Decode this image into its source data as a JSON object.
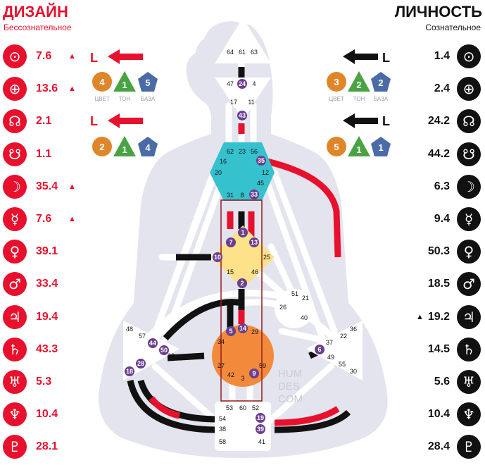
{
  "design": {
    "title": "ДИЗАЙН",
    "subtitle": "Бессознательное",
    "planets": [
      {
        "icon": "sun-icon",
        "glyph": "⊙",
        "value": "7.6",
        "arrow": "▲"
      },
      {
        "icon": "earth-icon",
        "glyph": "⊕",
        "value": "13.6",
        "arrow": "▲"
      },
      {
        "icon": "north-node-icon",
        "glyph": "☊",
        "value": "2.1",
        "arrow": ""
      },
      {
        "icon": "south-node-icon",
        "glyph": "☋",
        "value": "1.1",
        "arrow": ""
      },
      {
        "icon": "moon-icon",
        "glyph": "☽",
        "value": "35.4",
        "arrow": "▲"
      },
      {
        "icon": "mercury-icon",
        "glyph": "☿",
        "value": "7.6",
        "arrow": "▲"
      },
      {
        "icon": "venus-icon",
        "glyph": "♀",
        "value": "39.1",
        "arrow": ""
      },
      {
        "icon": "mars-icon",
        "glyph": "♂",
        "value": "33.4",
        "arrow": ""
      },
      {
        "icon": "jupiter-icon",
        "glyph": "♃",
        "value": "19.4",
        "arrow": ""
      },
      {
        "icon": "saturn-icon",
        "glyph": "♄",
        "value": "43.3",
        "arrow": ""
      },
      {
        "icon": "uranus-icon",
        "glyph": "♅",
        "value": "5.3",
        "arrow": ""
      },
      {
        "icon": "neptune-icon",
        "glyph": "♆",
        "value": "10.4",
        "arrow": ""
      },
      {
        "icon": "pluto-icon",
        "glyph": "♇",
        "value": "28.1",
        "arrow": ""
      }
    ],
    "variables": [
      {
        "arrow_label": "L",
        "color": "4",
        "tone": "1",
        "base": "5",
        "labels": [
          "ЦВЕТ",
          "ТОН",
          "БАЗА"
        ]
      },
      {
        "arrow_label": "L",
        "color": "2",
        "tone": "1",
        "base": "4"
      }
    ]
  },
  "personality": {
    "title": "ЛИЧНОСТЬ",
    "subtitle": "Сознательное",
    "planets": [
      {
        "icon": "sun-icon",
        "glyph": "⊙",
        "value": "1.4",
        "arrow": ""
      },
      {
        "icon": "earth-icon",
        "glyph": "⊕",
        "value": "2.4",
        "arrow": ""
      },
      {
        "icon": "north-node-icon",
        "glyph": "☊",
        "value": "24.2",
        "arrow": ""
      },
      {
        "icon": "south-node-icon",
        "glyph": "☋",
        "value": "44.2",
        "arrow": ""
      },
      {
        "icon": "moon-icon",
        "glyph": "☽",
        "value": "6.3",
        "arrow": ""
      },
      {
        "icon": "mercury-icon",
        "glyph": "☿",
        "value": "9.4",
        "arrow": ""
      },
      {
        "icon": "venus-icon",
        "glyph": "♀",
        "value": "50.3",
        "arrow": ""
      },
      {
        "icon": "mars-icon",
        "glyph": "♂",
        "value": "18.5",
        "arrow": ""
      },
      {
        "icon": "jupiter-icon",
        "glyph": "♃",
        "value": "19.2",
        "arrow": "▲"
      },
      {
        "icon": "saturn-icon",
        "glyph": "♄",
        "value": "14.5",
        "arrow": ""
      },
      {
        "icon": "uranus-icon",
        "glyph": "♅",
        "value": "5.6",
        "arrow": ""
      },
      {
        "icon": "neptune-icon",
        "glyph": "♆",
        "value": "10.4",
        "arrow": ""
      },
      {
        "icon": "pluto-icon",
        "glyph": "♇",
        "value": "28.4",
        "arrow": ""
      }
    ],
    "variables": [
      {
        "arrow_label": "L",
        "color": "3",
        "tone": "2",
        "base": "2",
        "labels": [
          "ЦВЕТ",
          "ТОН",
          "БАЗА"
        ]
      },
      {
        "arrow_label": "L",
        "color": "5",
        "tone": "1",
        "base": "1"
      }
    ]
  },
  "colors": {
    "design": "#e8112d",
    "personality": "#111111",
    "body": "#e3e4ee",
    "throat": "#36c1cf",
    "g_center": "#fde28a",
    "sacral": "#f28a3c",
    "gate_badge": "#6b3f8f",
    "var_color": "#e0862a",
    "var_tone": "#4aa343",
    "var_base": "#4a6ba8"
  },
  "bodygraph": {
    "head_gates": [
      "64",
      "61",
      "63"
    ],
    "ajna_gates": [
      "47",
      "24",
      "4",
      "17",
      "43",
      "11"
    ],
    "throat_gates": [
      "62",
      "23",
      "56",
      "16",
      "35",
      "20",
      "12",
      "45",
      "31",
      "8",
      "33"
    ],
    "g_gates": [
      "1",
      "7",
      "13",
      "10",
      "25",
      "15",
      "46",
      "2"
    ],
    "ego_gates": [
      "51",
      "21",
      "26",
      "40"
    ],
    "sacral_gates": [
      "5",
      "14",
      "29",
      "34",
      "27",
      "59",
      "42",
      "3",
      "9"
    ],
    "spleen_gates": [
      "48",
      "57",
      "44",
      "50",
      "32",
      "28",
      "18"
    ],
    "solar_gates": [
      "36",
      "22",
      "37",
      "6",
      "49",
      "55",
      "30"
    ],
    "root_gates": [
      "53",
      "60",
      "52",
      "54",
      "19",
      "38",
      "39",
      "58",
      "41"
    ],
    "watermark": [
      "HUM",
      "DES",
      "COM"
    ]
  }
}
